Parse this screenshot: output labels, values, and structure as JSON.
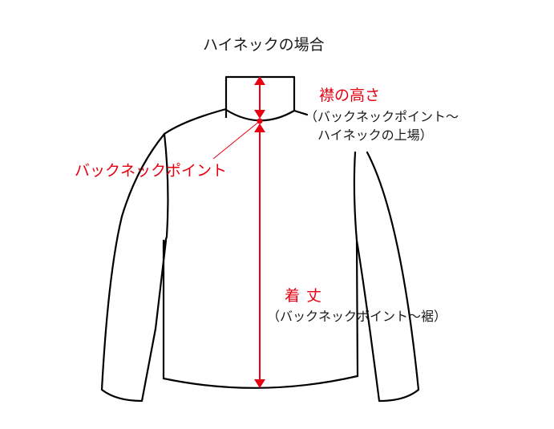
{
  "diagram": {
    "title": "ハイネックの場合",
    "garment": "high-neck long-sleeve top",
    "colors": {
      "outline": "#000000",
      "measure": "#e60012",
      "text": "#1a1a1a"
    },
    "measurements": [
      {
        "id": "collar-height",
        "label": "襟の高さ",
        "description_line1": "（バックネックポイント～",
        "description_line2": "ハイネックの上場）"
      },
      {
        "id": "length",
        "label": "着丈",
        "label_spaced": "着丈",
        "description": "（バックネックポイント～裾）"
      }
    ],
    "point_label": "バックネックポイント"
  }
}
